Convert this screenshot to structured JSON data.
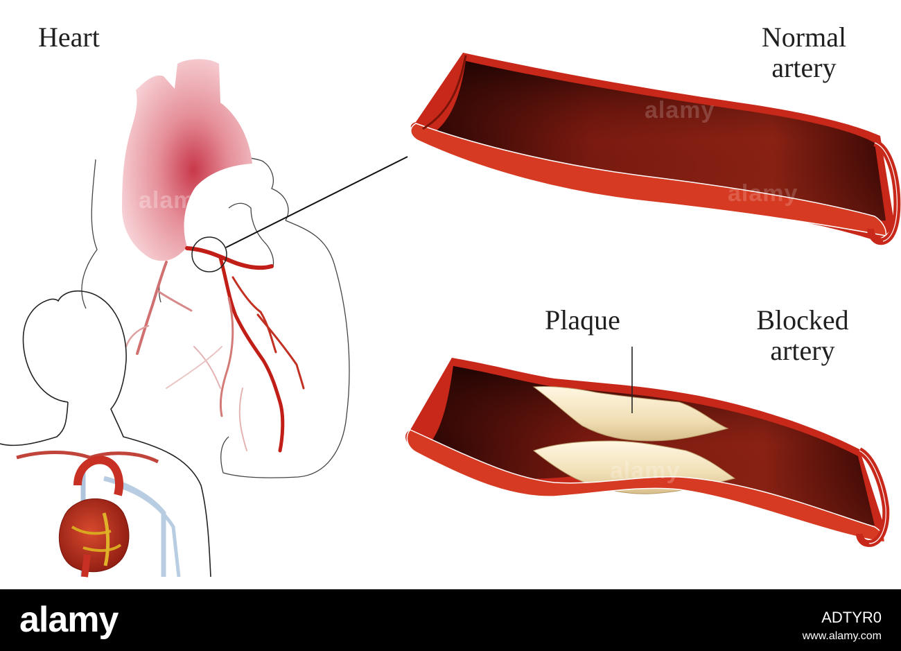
{
  "labels": {
    "heart": "Heart",
    "normal_artery": "Normal artery",
    "plaque": "Plaque",
    "blocked_artery": "Blocked artery"
  },
  "watermark": {
    "text": "alamy"
  },
  "footer": {
    "logo": "alamy",
    "image_id": "ADTYR0",
    "url": "www.alamy.com"
  },
  "colors": {
    "artery_red": "#c8281a",
    "artery_dark": "#3a0a06",
    "plaque": "#f1e2bf",
    "aorta_pink": "#e8a0a8",
    "outline": "#333333"
  }
}
